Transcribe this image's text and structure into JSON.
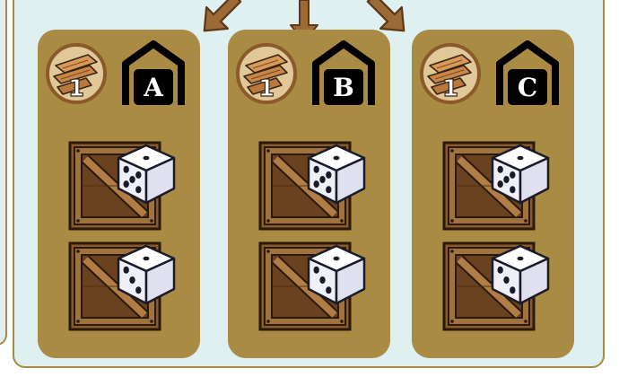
{
  "panels": [
    {
      "id": "a",
      "letter": "A",
      "resource": "wood-planks-icon",
      "cost": "1",
      "dice_faces": [
        5,
        3
      ]
    },
    {
      "id": "b",
      "letter": "B",
      "resource": "wood-planks-icon",
      "cost": "1",
      "dice_faces": [
        5,
        3
      ]
    },
    {
      "id": "c",
      "letter": "C",
      "resource": "wood-planks-icon",
      "cost": "1",
      "dice_faces": [
        5,
        3
      ]
    }
  ],
  "colors": {
    "board_bg": "#dff0f0",
    "board_border": "#a88b45",
    "panel_bg": "#a98b44",
    "arrow": "#9c6a35",
    "crate": "#a0723e",
    "house": "#000000"
  }
}
